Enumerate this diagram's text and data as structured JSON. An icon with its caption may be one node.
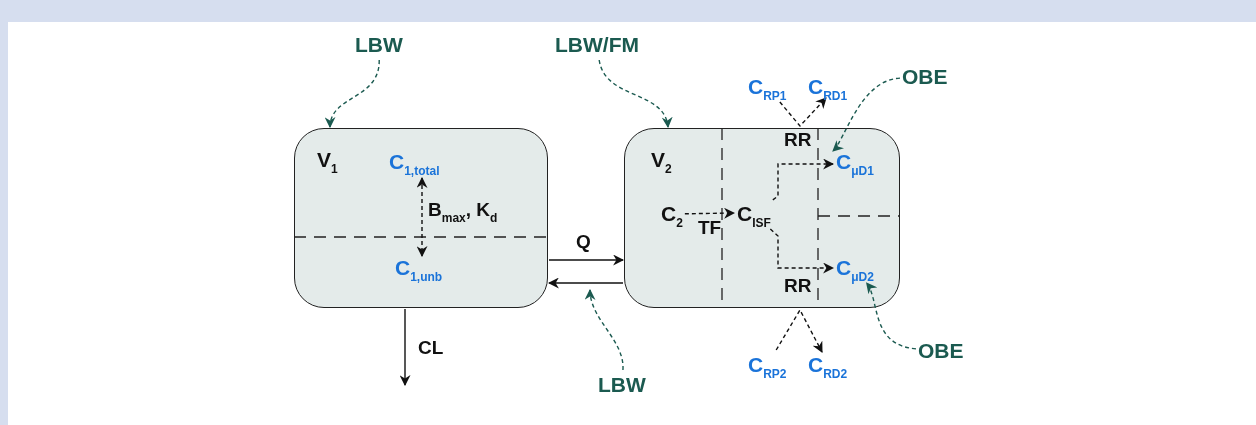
{
  "diagram": {
    "nodes": [
      {
        "text": [
          "V$_{1}$"
        ]
      },
      {
        "text": [
          "C$_{1,total}$"
        ],
        "in": 0
      },
      {
        "text": [
          "C$_{1,unb}$"
        ],
        "in": 0
      },
      {
        "text": [
          "V$_{2}$"
        ]
      },
      {
        "text": [
          "C$_{2}$"
        ],
        "in": 3
      },
      {
        "text": [
          "C$_{ISF}$"
        ],
        "in": 3
      },
      {
        "text": [
          "C$_{μD1}$"
        ],
        "in": 3
      },
      {
        "text": [
          "C$_{μD2}$"
        ],
        "in": 3
      },
      {
        "text": [
          "C$_{RP1}$"
        ]
      },
      {
        "text": [
          "C$_{RD1}$"
        ]
      },
      {
        "text": [
          "C$_{RP2}$"
        ]
      },
      {
        "text": [
          "C$_{RD2}$"
        ]
      },
      {
        "text": [
          "LBW"
        ]
      },
      {
        "text": [
          "LBW/FM"
        ]
      },
      {
        "text": [
          "OBE"
        ]
      },
      {
        "text": [
          "OBE"
        ]
      },
      {
        "text": [
          "LBW"
        ]
      }
    ],
    "edges": [
      {
        "from": 1,
        "to": 2,
        "arrow": "both",
        "style": "dashed",
        "label": "B$_{max}$, K$_{d}$"
      },
      {
        "from": 0,
        "to": 3,
        "arrow": "to",
        "label": "Q"
      },
      {
        "from": 3,
        "to": 0,
        "arrow": "to"
      },
      {
        "from": 0,
        "to": null,
        "arrow": "to",
        "label": "CL"
      },
      {
        "from": 4,
        "to": 5,
        "arrow": "to",
        "style": "dashed",
        "label": "TF"
      },
      {
        "from": 5,
        "to": 6,
        "arrow": "to",
        "style": "dashed",
        "label": "RR"
      },
      {
        "from": 5,
        "to": 7,
        "arrow": "to",
        "style": "dashed",
        "label": "RR"
      },
      {
        "from": 8,
        "to": 9,
        "arrow": "to",
        "style": "dashed"
      },
      {
        "from": 10,
        "to": 11,
        "arrow": "to",
        "style": "dashed"
      },
      {
        "from": 12,
        "to": 0,
        "arrow": "to",
        "style": "dashed",
        "color": "#1b5a50"
      },
      {
        "from": 13,
        "to": 3,
        "arrow": "to",
        "style": "dashed",
        "color": "#1b5a50"
      },
      {
        "from": 14,
        "to": 6,
        "arrow": "to",
        "style": "dashed",
        "color": "#1b5a50"
      },
      {
        "from": 15,
        "to": 7,
        "arrow": "to",
        "style": "dashed",
        "color": "#1b5a50"
      },
      {
        "from": 16,
        "to": null,
        "arrow": "to",
        "style": "dashed",
        "color": "#1b5a50"
      }
    ]
  }
}
